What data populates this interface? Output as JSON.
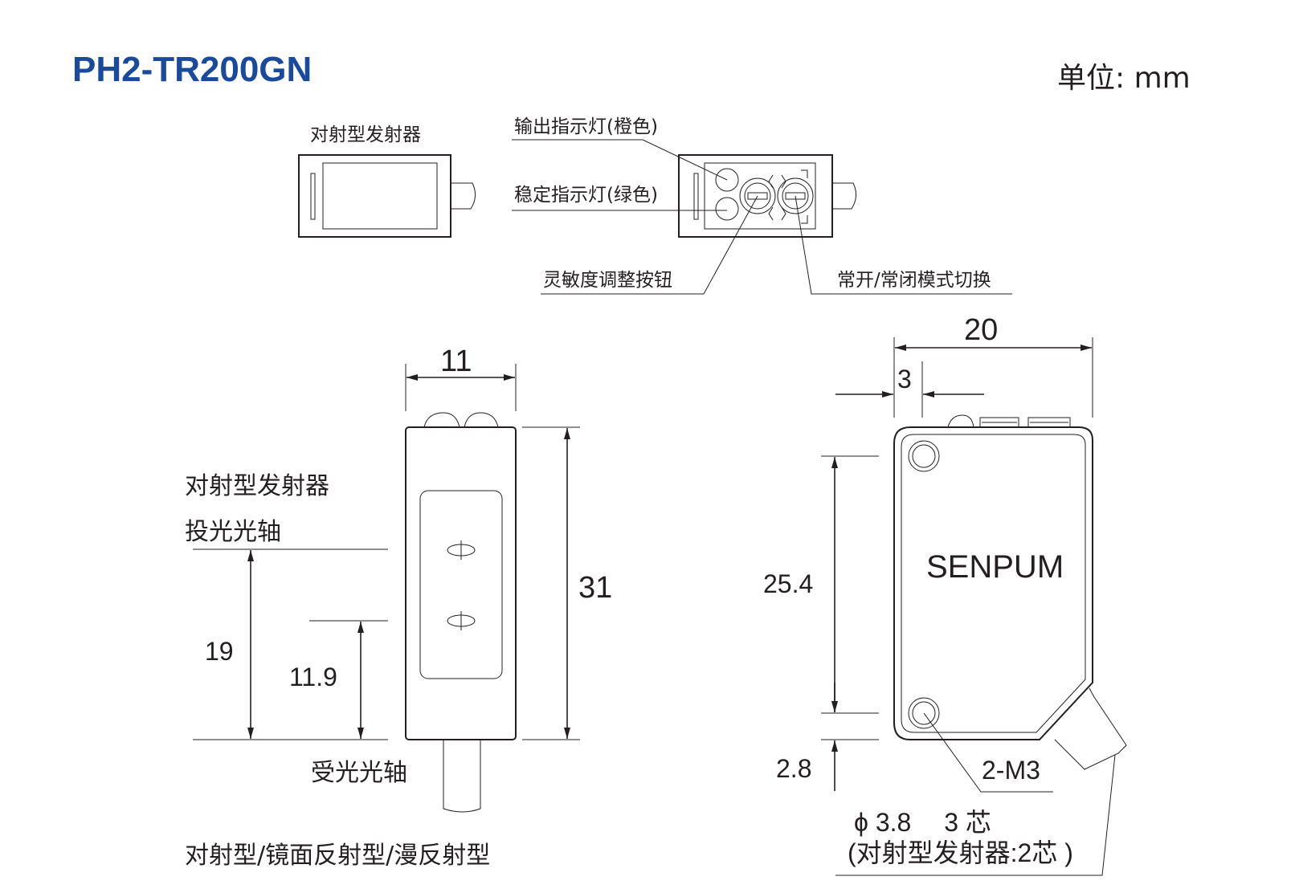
{
  "title": "PH2-TR200GN",
  "unit": "单位: mm",
  "top_labels": {
    "emitter": "对射型发射器",
    "output_led": "输出指示灯(橙色)",
    "stable_led": "稳定指示灯(绿色)",
    "sensitivity": "灵敏度调整按钮",
    "mode_switch": "常开/常闭模式切换"
  },
  "front_view": {
    "emitter_label": "对射型发射器",
    "projection_axis": "投光光轴",
    "receiving_axis": "受光光轴",
    "caption": "对射型/镜面反射型/漫反射型",
    "dims": {
      "width": "11",
      "height": "31",
      "proj_height": "19",
      "recv_height": "11.9"
    }
  },
  "side_view": {
    "brand": "SENPUM",
    "screw": "2-M3",
    "cable_line1": "ϕ 3.8　 3 芯",
    "cable_line2": "(对射型发射器:2芯 )",
    "dims": {
      "width": "20",
      "offset": "3",
      "hole_pitch": "25.4",
      "hole_bottom": "2.8"
    }
  }
}
